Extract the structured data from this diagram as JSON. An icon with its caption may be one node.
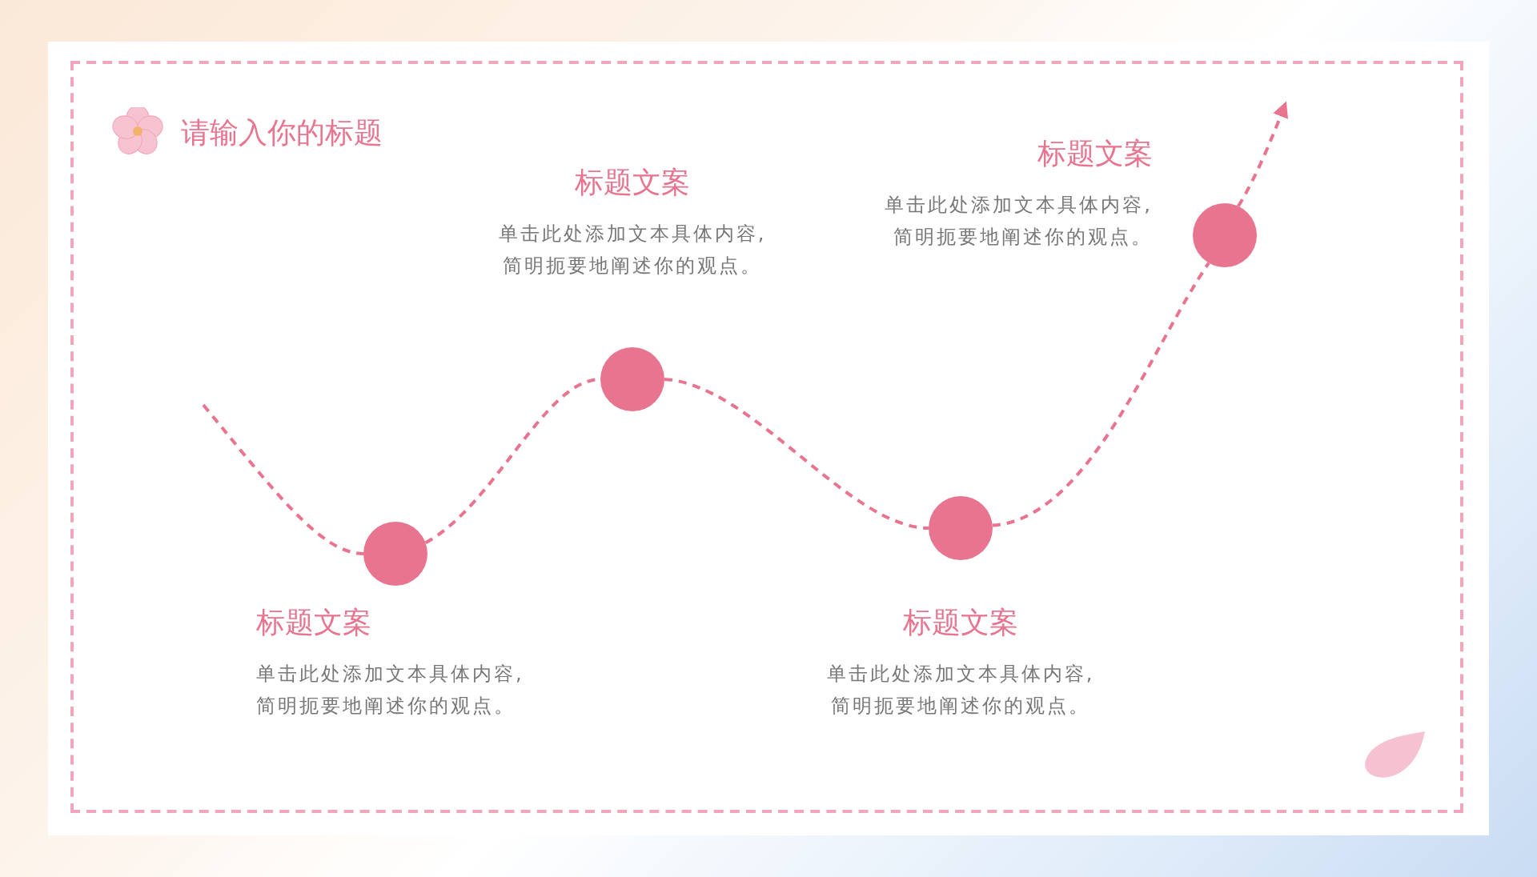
{
  "diagram": {
    "title": "请输入你的标题",
    "nodes": [
      {
        "text": [],
        "shape": "circle",
        "beside": [
          "标题文案",
          "单击此处添加文本具体内容,简明扼要地阐述你的观点。"
        ]
      },
      {
        "text": [],
        "shape": "circle",
        "beside": [
          "标题文案",
          "单击此处添加文本具体内容,简明扼要地阐述你的观点。"
        ]
      },
      {
        "text": [],
        "shape": "circle",
        "beside": [
          "标题文案",
          "单击此处添加文本具体内容,简明扼要地阐述你的观点。"
        ]
      },
      {
        "text": [],
        "shape": "circle",
        "beside": [
          "标题文案",
          "单击此处添加文本具体内容,简明扼要地阐述你的观点。"
        ]
      }
    ],
    "edges": [
      {
        "from": null,
        "to": 0,
        "arrow": "none",
        "style": "dashed"
      },
      {
        "from": 0,
        "to": 1,
        "arrow": "none",
        "style": "dashed"
      },
      {
        "from": 1,
        "to": 2,
        "arrow": "none",
        "style": "dashed"
      },
      {
        "from": 2,
        "to": 3,
        "arrow": "none",
        "style": "dashed"
      },
      {
        "from": 3,
        "to": null,
        "arrow": "to",
        "style": "dashed"
      }
    ]
  }
}
